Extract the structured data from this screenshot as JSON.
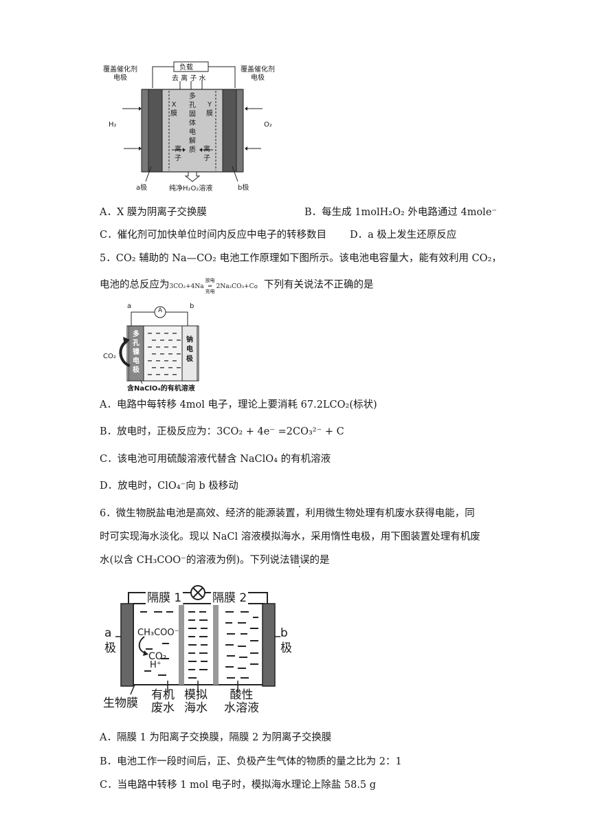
{
  "fig1": {
    "load": "负载",
    "water": "去 离 子 水",
    "left_cover": [
      "覆盖催化剂",
      "电极"
    ],
    "right_cover": [
      "覆盖催化剂",
      "电极"
    ],
    "x_membrane": [
      "X",
      "膜"
    ],
    "y_membrane": [
      "Y",
      "膜"
    ],
    "electrolyte": [
      "多",
      "孔",
      "固",
      "体",
      "电",
      "解",
      "质"
    ],
    "ion_left": [
      "离",
      "子"
    ],
    "ion_right": [
      "离",
      "子"
    ],
    "h2": "H₂",
    "o2": "O₂",
    "pole_a": "a极",
    "pole_b": "b极",
    "product": "纯净H₂O₂溶液"
  },
  "q4_options": {
    "A": "A．X 膜为阴离子交换膜",
    "B": "B．每生成 1molH₂O₂ 外电路通过 4mole⁻",
    "C": "C．催化剂可加快单位时间内反应中电子的转移数目",
    "D": "D．a 极上发生还原反应"
  },
  "q5": {
    "line1": "5．CO₂ 辅助的 Na—CO₂ 电池工作原理如下图所示。该电池电容量大，能有效利用 CO₂，",
    "line2_pre": "电池的总反应为",
    "eq_left": "3CO₂+4Na",
    "eq_top": "放电",
    "eq_bottom": "充电",
    "eq_right": "2Na₂CO₃+C",
    "line2_post": "。下列有关说法不正确的是",
    "fig": {
      "a": "a",
      "b": "b",
      "meter": "A",
      "left_electrode": [
        "多",
        "孔",
        "镍",
        "电",
        "极"
      ],
      "right_electrode": [
        "钠",
        "电",
        "极"
      ],
      "co2": "CO₂",
      "caption": "含NaClO₄的有机溶液"
    },
    "options": {
      "A": "A．电路中每转移 4mol 电子，理论上要消耗 67.2LCO₂(标状)",
      "B_pre": "B．放电时，正极反应为：",
      "B_eq": "3CO₂ + 4e⁻ =2CO₃²⁻ + C",
      "C": "C．该电池可用硫酸溶液代替含 NaClO₄ 的有机溶液",
      "D_pre": "D．放电时，",
      "D_ion": "ClO₄⁻",
      "D_post": "向 b 极移动"
    }
  },
  "q6": {
    "line1": "6．微生物脱盐电池是高效、经济的能源装置，利用微生物处理有机废水获得电能，同",
    "line2": "时可实现海水淡化。现以 NaCl 溶液模拟海水，采用惰性电极，用下图装置处理有机废",
    "line3_pre": "水(以含 CH₃COO⁻的溶液为例)。下列说法",
    "line3_emph": "错误",
    "line3_post": "的是",
    "fig": {
      "sep1": "隔膜 1",
      "sep2": "隔膜 2",
      "a": [
        "a",
        "极"
      ],
      "b": [
        "b",
        "极"
      ],
      "ch3coo": "CH₃COO⁻",
      "co2": "CO₂",
      "h": "H⁺",
      "biofilm": "生物膜",
      "organic": [
        "有机",
        "废水"
      ],
      "sea": [
        "模拟",
        "海水"
      ],
      "acid": [
        "酸性",
        "水溶液"
      ]
    },
    "options": {
      "A": "A．隔膜 1 为阳离子交换膜，隔膜 2 为阴离子交换膜",
      "B": "B．电池工作一段时间后，正、负极产生气体的物质的量之比为 2：1",
      "C": "C．当电路中转移 1 mol 电子时，模拟海水理论上除盐 58.5 g"
    }
  }
}
